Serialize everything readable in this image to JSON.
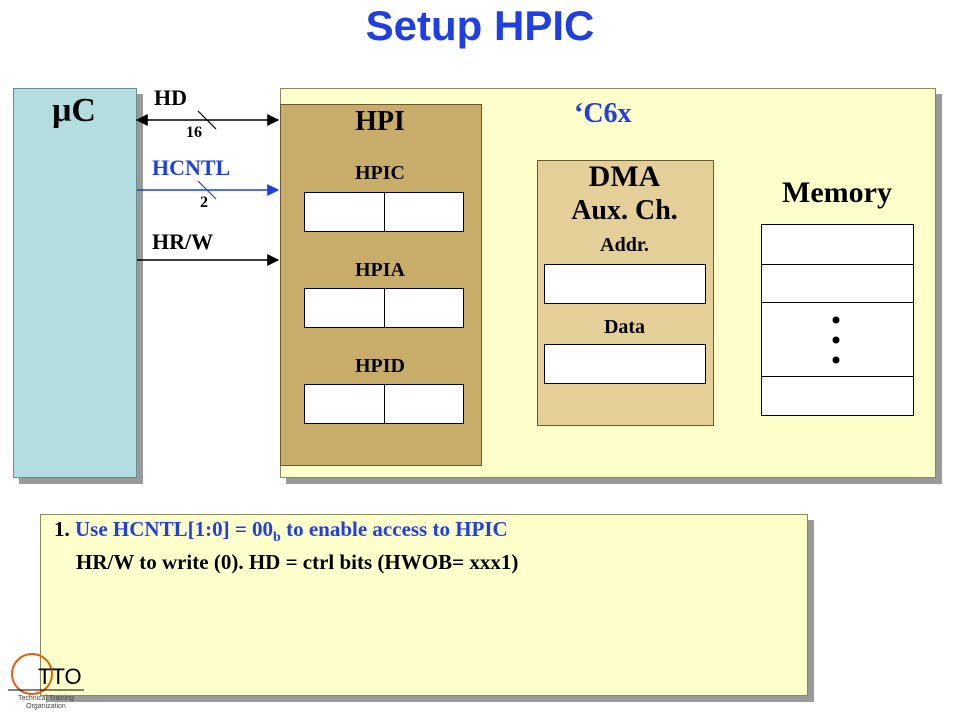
{
  "title": "Setup HPIC",
  "microcontroller": {
    "label": "μC"
  },
  "signals": {
    "hd": {
      "label": "HD",
      "width": "16"
    },
    "hcntl": {
      "label": "HCNTL",
      "width": "2"
    },
    "hrw": {
      "label": "HR/W"
    }
  },
  "c6x": {
    "label": "‘C6x",
    "hpi": {
      "label": "HPI",
      "registers": [
        "HPIC",
        "HPIA",
        "HPID"
      ]
    },
    "dma": {
      "label": "DMA",
      "sublabel": "Aux. Ch.",
      "fields": [
        "Addr.",
        "Data"
      ]
    },
    "memory": {
      "label": "Memory"
    }
  },
  "note": {
    "step_number": "1.",
    "line1_pre": "Use HCNTL[1:0] = 00",
    "line1_sub": "b",
    "line1_post": " to enable access to HPIC",
    "line2": "HR/W to write (0). HD = ctrl bits (HWOB= xxx1)"
  },
  "logo": {
    "letters": "TTO",
    "line1": "Technical Training",
    "line2": "Organization"
  },
  "colors": {
    "title": "#1f3fe0",
    "hcntl": "#1f3fe0",
    "uc": "#b3dde0",
    "c6x": "#ffffcc",
    "hpi": "#c8ad6a",
    "dma": "#e5cf98"
  }
}
